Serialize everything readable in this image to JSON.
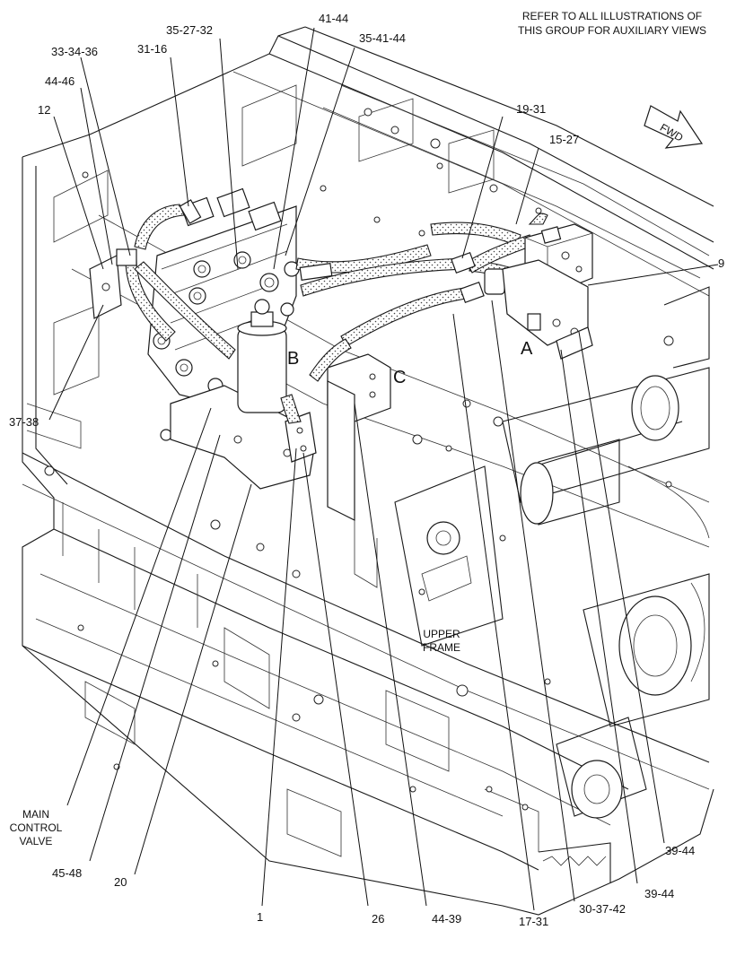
{
  "note": {
    "line1": "REFER TO ALL ILLUSTRATIONS OF",
    "line2": "THIS GROUP FOR AUXILIARY VIEWS"
  },
  "fwd_label": "FWD",
  "view_letters": {
    "a": "A",
    "b": "B",
    "c": "C"
  },
  "frame_label": {
    "line1": "UPPER",
    "line2": "FRAME"
  },
  "main_valve_label": {
    "line1": "MAIN",
    "line2": "CONTROL",
    "line3": "VALVE"
  },
  "callouts": {
    "c_35_27_32": "35-27-32",
    "c_41_44": "41-44",
    "c_33_34_36": "33-34-36",
    "c_31_16": "31-16",
    "c_35_41_44": "35-41-44",
    "c_44_46": "44-46",
    "c_12": "12",
    "c_19_31": "19-31",
    "c_15_27": "15-27",
    "c_9": "9",
    "c_37_38": "37-38",
    "c_45_48": "45-48",
    "c_20": "20",
    "c_1": "1",
    "c_26": "26",
    "c_44_39": "44-39",
    "c_17_31": "17-31",
    "c_30_37_42": "30-37-42",
    "c_39_44a": "39-44",
    "c_39_44b": "39-44"
  }
}
